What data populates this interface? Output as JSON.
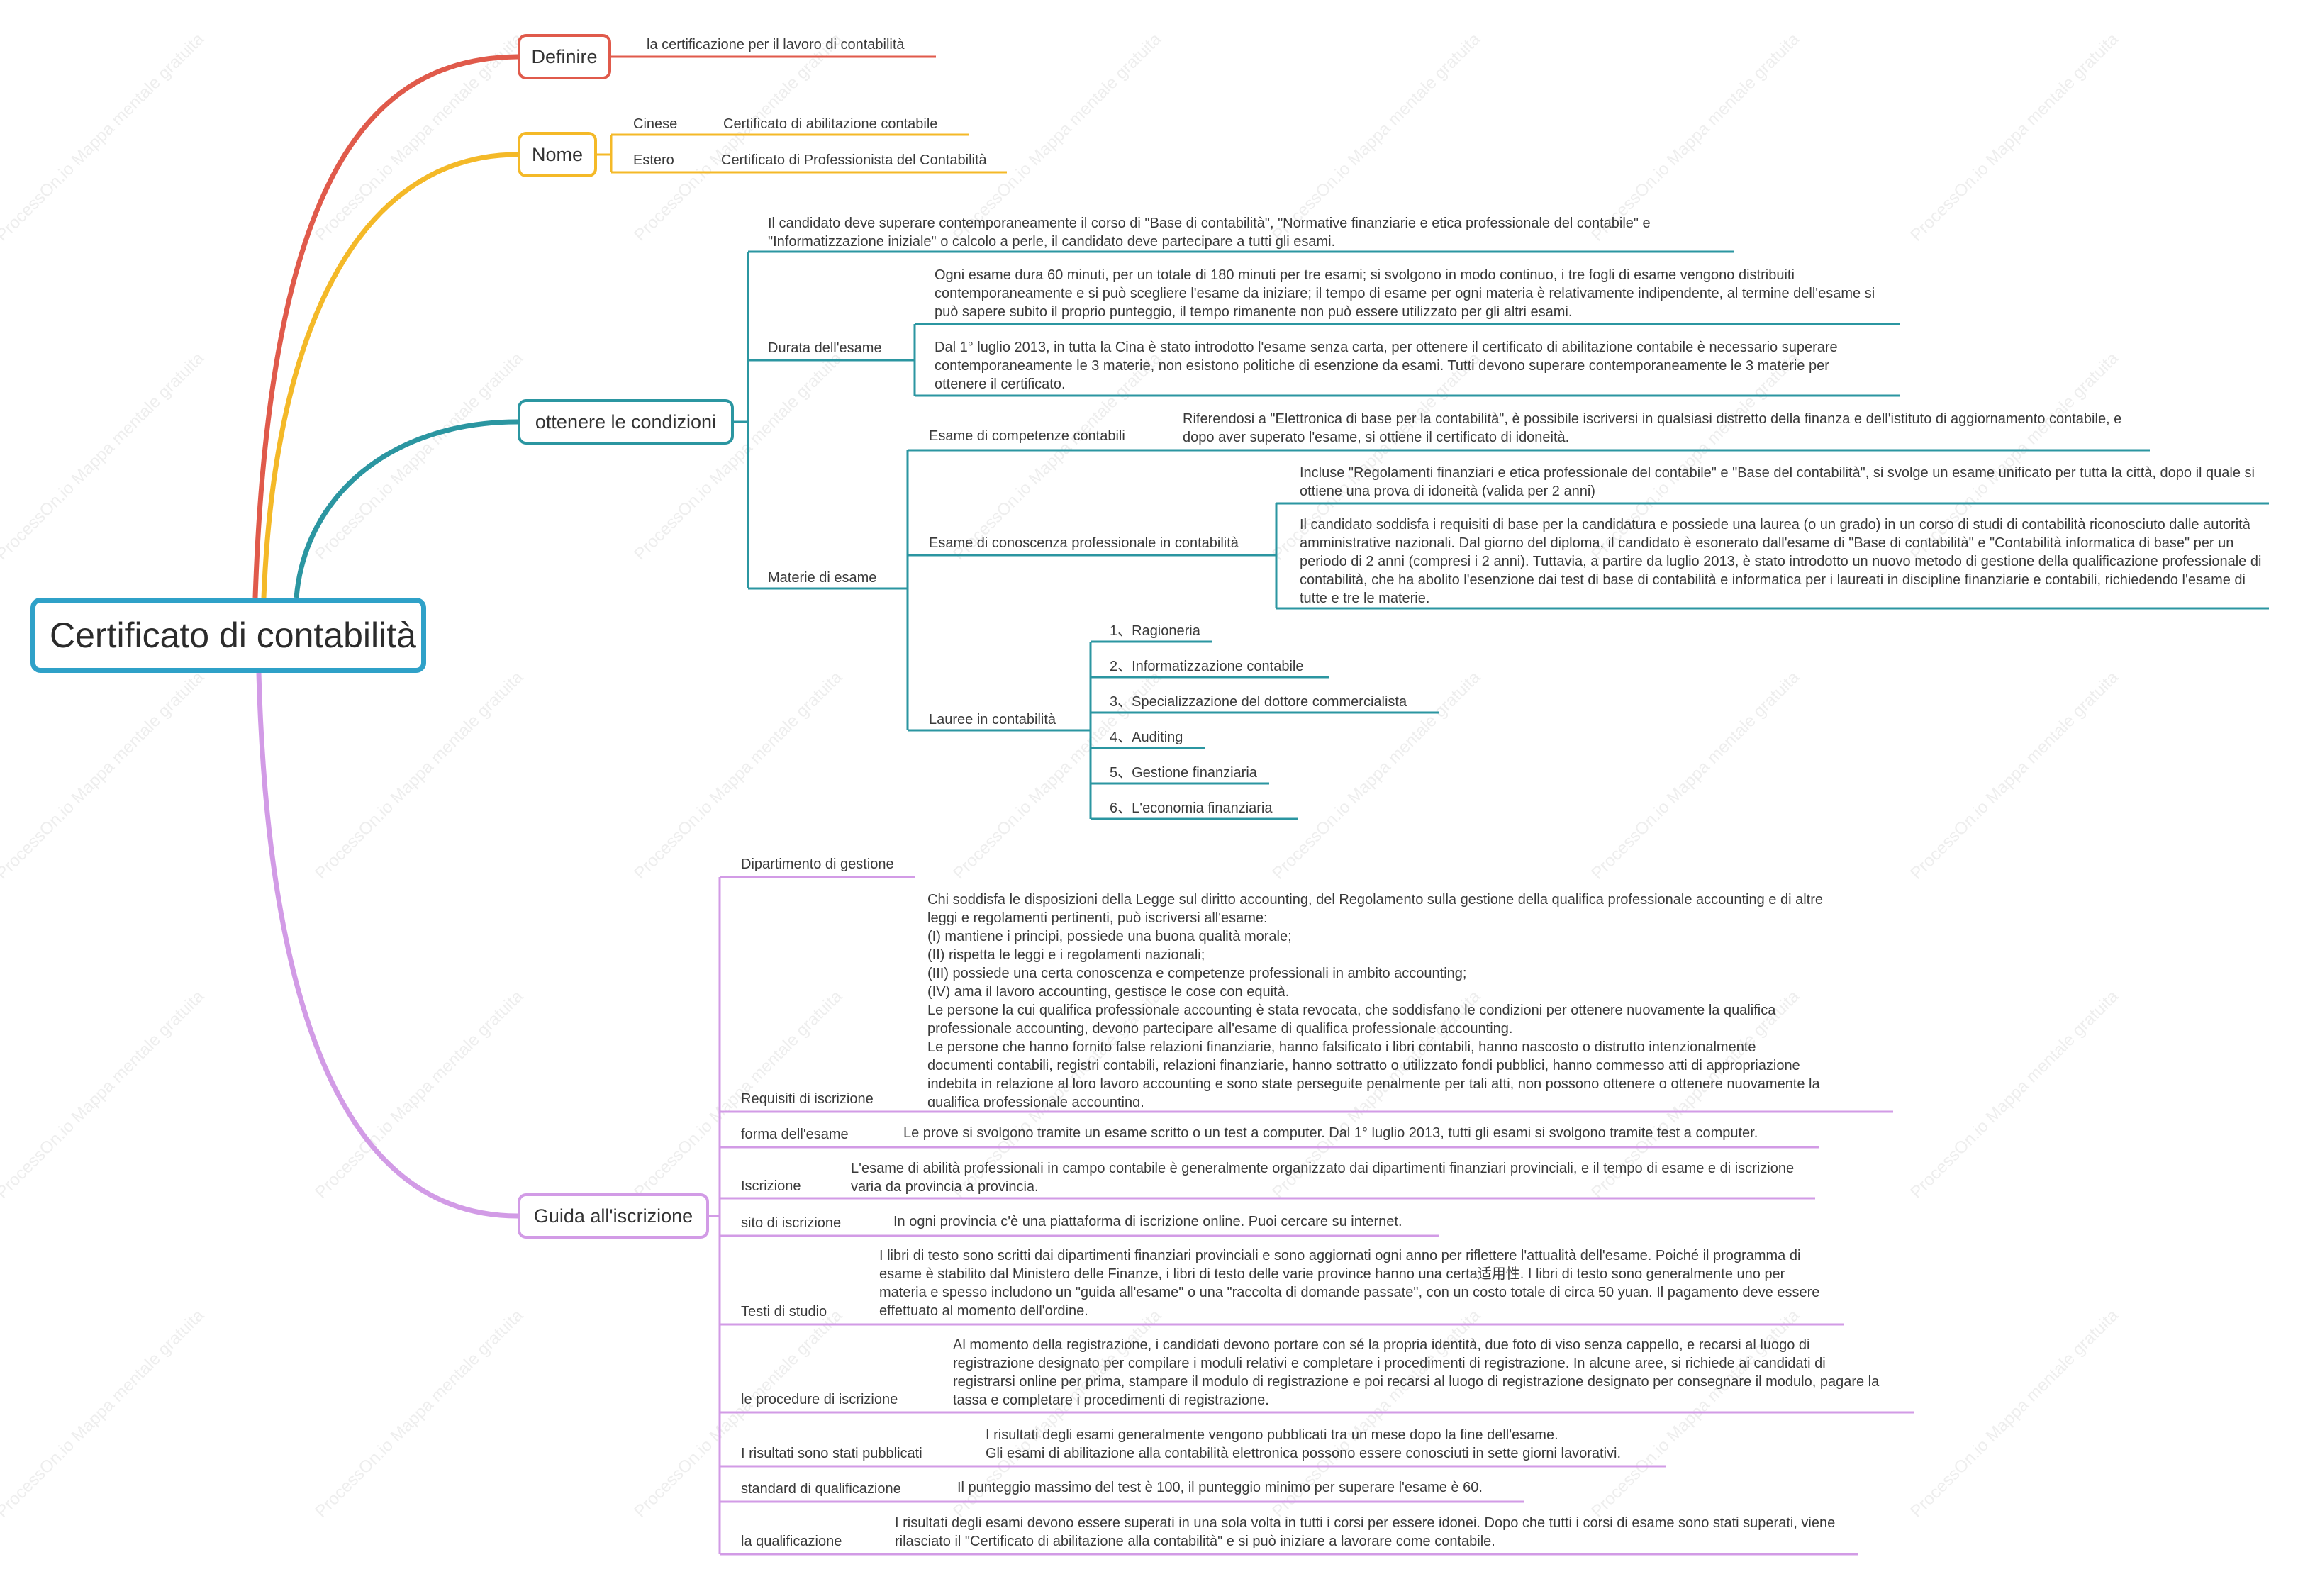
{
  "root": "Certificato di contabilità",
  "watermark": "ProcessOn.io Mappa mentale gratuita",
  "colors": {
    "definire": "#e05a4b",
    "nome": "#f4b928",
    "condizioni": "#2b96a1",
    "guida": "#d29be6",
    "root": "#2fa1c8"
  },
  "definire": {
    "label": "Definire",
    "text": "la certificazione per il lavoro di contabilità"
  },
  "nome": {
    "label": "Nome",
    "items": [
      {
        "key": "Cinese",
        "value": "Certificato di abilitazione contabile"
      },
      {
        "key": "Estero",
        "value": "Certificato di Professionista del Contabilità"
      }
    ]
  },
  "condizioni": {
    "label": "ottenere le condizioni",
    "intro": "Il candidato deve superare contemporaneamente il corso di \"Base di contabilità\", \"Normative finanziarie e etica professionale del contabile\" e \"Informatizzazione iniziale\" o calcolo a perle, il candidato deve partecipare a tutti gli esami.",
    "durata": {
      "label": "Durata dell'esame",
      "items": [
        "Ogni esame dura 60 minuti, per un totale di 180 minuti per tre esami; si svolgono in modo continuo, i tre fogli di esame vengono distribuiti contemporaneamente e si può scegliere l'esame da iniziare; il tempo di esame per ogni materia è relativamente indipendente, al termine dell'esame si può sapere subito il proprio punteggio, il tempo rimanente non può essere utilizzato per gli altri esami.",
        "Dal 1° luglio 2013, in tutta la Cina è stato introdotto l'esame senza carta, per ottenere il certificato di abilitazione contabile è necessario superare contemporaneamente le 3 materie, non esistono politiche di esenzione da esami. Tutti devono superare contemporaneamente le 3 materie per ottenere il certificato."
      ]
    },
    "materie": {
      "label": "Materie di esame",
      "competenze": {
        "label": "Esame di competenze contabili",
        "text": "Riferendosi a \"Elettronica di base per la contabilità\", è possibile iscriversi in qualsiasi distretto della finanza e dell'istituto di aggiornamento contabile, e dopo aver superato l'esame, si ottiene il certificato di idoneità."
      },
      "conoscenza": {
        "label": "Esame di conoscenza professionale in contabilità",
        "items": [
          "Incluse \"Regolamenti finanziari e etica professionale del contabile\" e \"Base del contabilità\", si svolge un esame unificato per tutta la città, dopo il quale si ottiene una prova di idoneità (valida per 2 anni)",
          "Il candidato soddisfa i requisiti di base per la candidatura e possiede una laurea (o un grado) in un corso di studi di contabilità riconosciuto dalle autorità amministrative nazionali. Dal giorno del diploma, il candidato è esonerato dall'esame di \"Base di contabilità\" e \"Contabilità informatica di base\" per un periodo di 2 anni (compresi i 2 anni). Tuttavia, a partire da luglio 2013, è stato introdotto un nuovo metodo di gestione della qualificazione professionale di contabilità, che ha abolito l'esenzione dai test di base di contabilità e informatica per i laureati in discipline finanziarie e contabili, richiedendo l'esame di tutte e tre le materie."
        ]
      },
      "lauree": {
        "label": "Lauree in contabilità",
        "items": [
          "1、Ragioneria",
          "2、Informatizzazione contabile",
          "3、Specializzazione del dottore commercialista",
          "4、Auditing",
          "5、Gestione finanziaria",
          "6、L'economia finanziaria"
        ]
      }
    }
  },
  "guida": {
    "label": "Guida all'iscrizione",
    "dipartimento": "Dipartimento di gestione",
    "requisiti": {
      "label": "Requisiti di iscrizione",
      "lines": [
        "Chi soddisfa le disposizioni della Legge sul diritto accounting, del Regolamento sulla gestione della qualifica professionale accounting e di altre",
        "leggi e regolamenti pertinenti, può iscriversi all'esame:",
        "(I) mantiene i principi, possiede una buona qualità morale;",
        "(II) rispetta le leggi e i regolamenti nazionali;",
        "(III) possiede una certa conoscenza e competenze professionali in ambito accounting;",
        "(IV) ama il lavoro accounting, gestisce le cose con equità.",
        "Le persone la cui qualifica professionale accounting è stata revocata, che soddisfano le condizioni per ottenere nuovamente la qualifica",
        "professionale accounting, devono partecipare all'esame di qualifica professionale accounting.",
        "Le persone che hanno fornito false relazioni finanziarie, hanno falsificato i libri contabili, hanno nascosto o distrutto intenzionalmente",
        "documenti contabili, registri contabili, relazioni finanziarie, hanno sottratto o utilizzato fondi pubblici, hanno commesso atti di appropriazione",
        "indebita in relazione al loro lavoro accounting e sono state perseguite penalmente per tali atti, non possono ottenere o ottenere nuovamente la",
        "qualifica professionale accounting."
      ]
    },
    "forma": {
      "label": "forma dell'esame",
      "text": "Le prove si svolgono tramite un esame scritto o un test a computer. Dal 1° luglio 2013, tutti gli esami si svolgono tramite test a computer."
    },
    "iscrizione": {
      "label": "Iscrizione",
      "text": "L'esame di abilità professionali in campo contabile è generalmente organizzato dai dipartimenti finanziari provinciali, e il tempo di esame e di iscrizione varia da provincia a provincia."
    },
    "sito": {
      "label": "sito di iscrizione",
      "text": "In ogni provincia c'è una piattaforma di iscrizione online. Puoi cercare su internet."
    },
    "testi": {
      "label": "Testi di studio",
      "text": "I libri di testo sono scritti dai dipartimenti finanziari provinciali e sono aggiornati ogni anno per riflettere l'attualità dell'esame. Poiché il programma di esame è stabilito dal Ministero delle Finanze, i libri di testo delle varie province hanno una certa适用性. I libri di testo sono generalmente uno per materia e spesso includono un \"guida all'esame\" o una \"raccolta di domande passate\", con un costo totale di circa 50 yuan. Il pagamento deve essere effettuato al momento dell'ordine."
    },
    "procedure": {
      "label": "le procedure di iscrizione",
      "text": "Al momento della registrazione, i candidati devono portare con sé la propria identità, due foto di viso senza cappello, e recarsi al luogo di registrazione designato per compilare i moduli relativi e completare i procedimenti di registrazione. In alcune aree, si richiede ai candidati di registrarsi online per prima, stampare il modulo di registrazione e poi recarsi al luogo di registrazione designato per consegnare il modulo, pagare la tassa e completare i procedimenti di registrazione."
    },
    "risultati": {
      "label": "I risultati sono stati pubblicati",
      "lines": [
        "I risultati degli esami generalmente vengono pubblicati tra un mese dopo la fine dell'esame.",
        "Gli esami di abilitazione alla contabilità elettronica possono essere conosciuti in sette giorni lavorativi."
      ]
    },
    "standard": {
      "label": "standard di qualificazione",
      "text": "Il punteggio massimo del test è 100, il punteggio minimo per superare l'esame è 60."
    },
    "qualificazione": {
      "label": "la qualificazione",
      "text": "I risultati degli esami devono essere superati in una sola volta in tutti i corsi per essere idonei. Dopo che tutti i corsi di esame sono stati superati, viene rilasciato il \"Certificato di abilitazione alla contabilità\" e si può iniziare a lavorare come contabile."
    }
  }
}
